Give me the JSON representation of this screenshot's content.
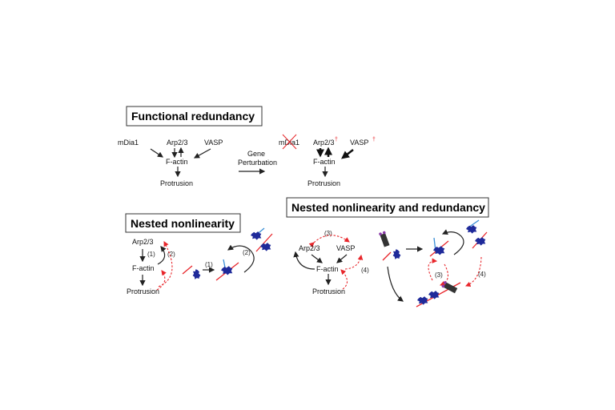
{
  "panels": {
    "functional_redundancy": {
      "title": "Functional redundancy",
      "before": {
        "mdia1": "mDia1",
        "arp23": "Arp2/3",
        "vasp": "VASP",
        "factin": "F-actin",
        "protrusion": "Protrusion"
      },
      "perturbation": {
        "line1": "Gene",
        "line2": "Perturbation"
      },
      "after": {
        "mdia1": "mDia1",
        "arp23": "Arp2/3",
        "vasp": "VASP",
        "up_mark": "†",
        "factin": "F-actin",
        "protrusion": "Protrusion"
      }
    },
    "nested_nonlinearity": {
      "title": "Nested nonlinearity",
      "arp23": "Arp2/3",
      "factin": "F-actin",
      "protrusion": "Protrusion",
      "step1": "(1)",
      "step2": "(2)",
      "mol_step1": "(1)",
      "mol_step2": "(2)"
    },
    "nested_nonlinearity_redundancy": {
      "title": "Nested nonlinearity and redundancy",
      "arp23": "Arp2/3",
      "vasp": "VASP",
      "factin": "F-actin",
      "protrusion": "Protrusion",
      "step3": "(3)",
      "step4": "(4)",
      "mol_step3": "(3)",
      "mol_step4": "(4)"
    }
  },
  "colors": {
    "feedback": "#e8262b",
    "protein": "#1f2a9a",
    "filament": "#e8262b",
    "branch": "#3a8fd6"
  }
}
